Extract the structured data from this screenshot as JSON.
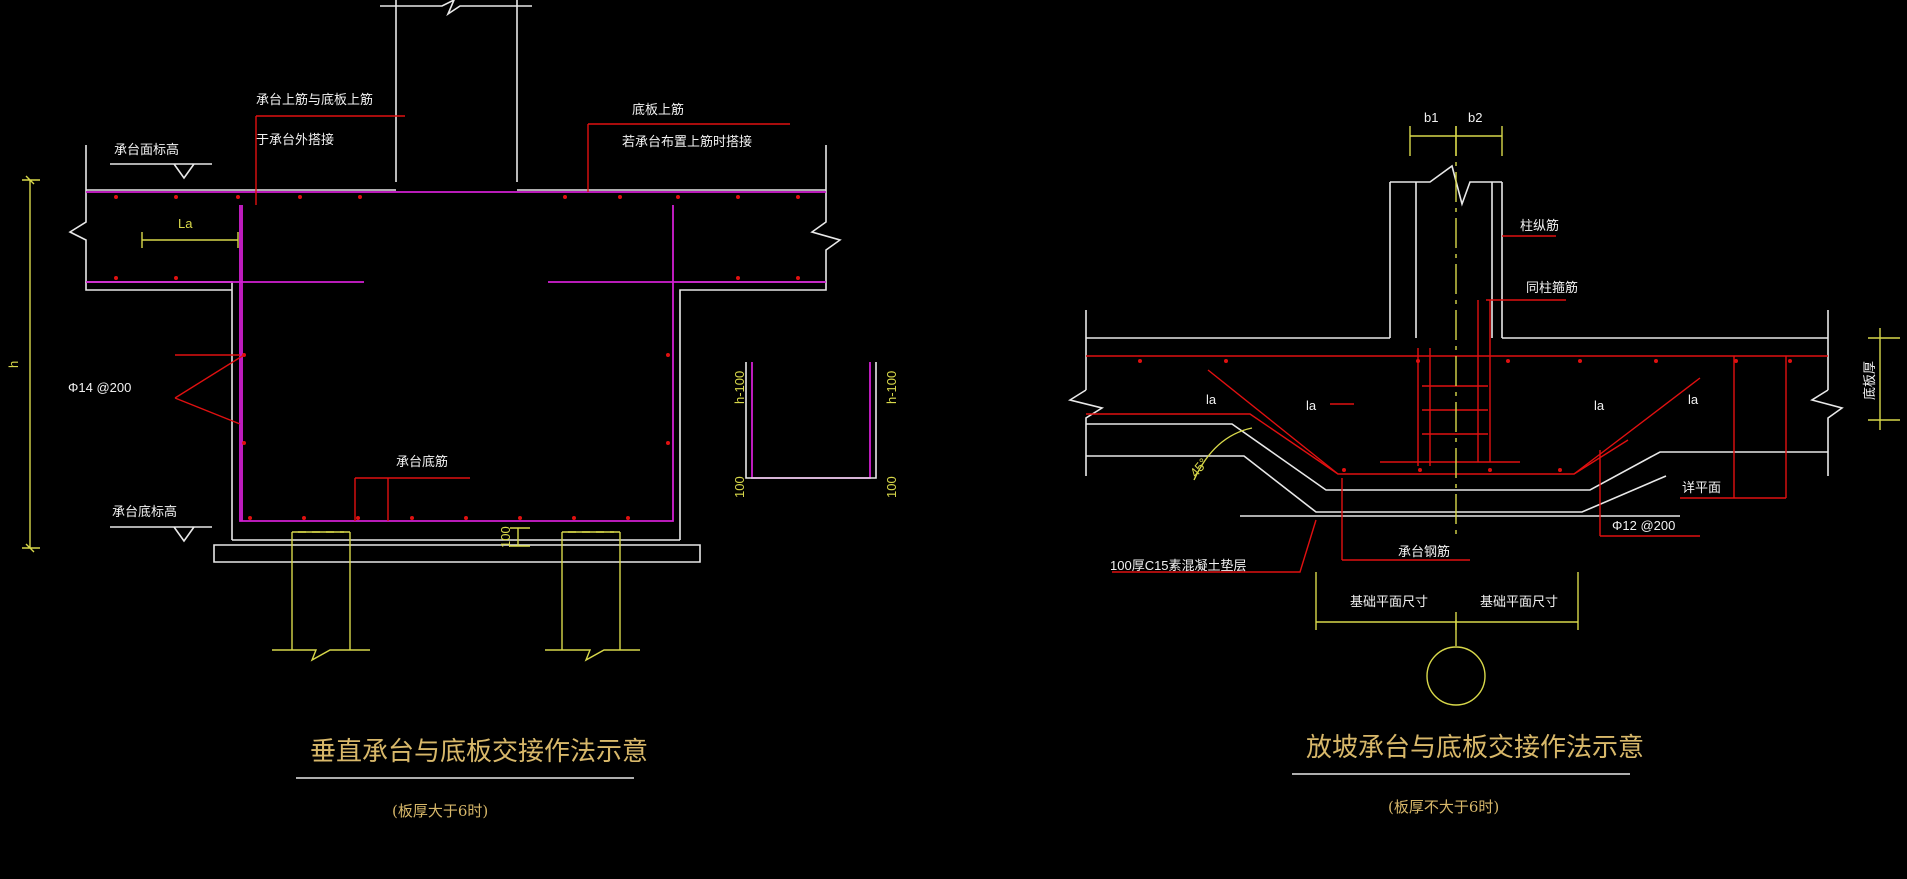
{
  "left": {
    "labels": {
      "top_rebar_1": "承台上筋与底板上筋",
      "top_rebar_2": "于承台外搭接",
      "slab_top_1": "底板上筋",
      "slab_top_2": "若承台布置上筋时搭接",
      "cap_top_elev": "承台面标高",
      "la": "La",
      "h": "h",
      "rebar_spec": "Φ14 @200",
      "cap_bottom_rebar": "承台底筋",
      "cap_bottom_elev": "承台底标高",
      "dim_100": "100",
      "detail_h100_left": "h-100",
      "detail_h100_right": "h-100",
      "detail_100_left": "100",
      "detail_100_right": "100"
    },
    "title": "垂直承台与底板交接作法示意",
    "subtitle": "(板厚大于6时)"
  },
  "right": {
    "labels": {
      "b1": "b1",
      "b2": "b2",
      "column_dowel": "柱纵筋",
      "column_stirrup": "同柱箍筋",
      "la_1": "la",
      "la_2": "la",
      "la_3": "la",
      "la_4": "la",
      "slab_thickness": "底板厚",
      "angle": "45°",
      "pile_top": "详平面",
      "rebar_spec": "Φ12 @200",
      "cap_rebar": "承台钢筋",
      "cushion": "100厚C15素混凝土垫层",
      "base_dim_left": "基础平面尺寸",
      "base_dim_right": "基础平面尺寸"
    },
    "title": "放坡承台与底板交接作法示意",
    "subtitle": "(板厚不大于6时)"
  },
  "colors": {
    "background": "#000000",
    "outline": "#e8e8e8",
    "rebar": "#e01010",
    "rebar_cap": "#d21fd2",
    "dimension": "#d8d84a",
    "title": "#d8b86a"
  }
}
